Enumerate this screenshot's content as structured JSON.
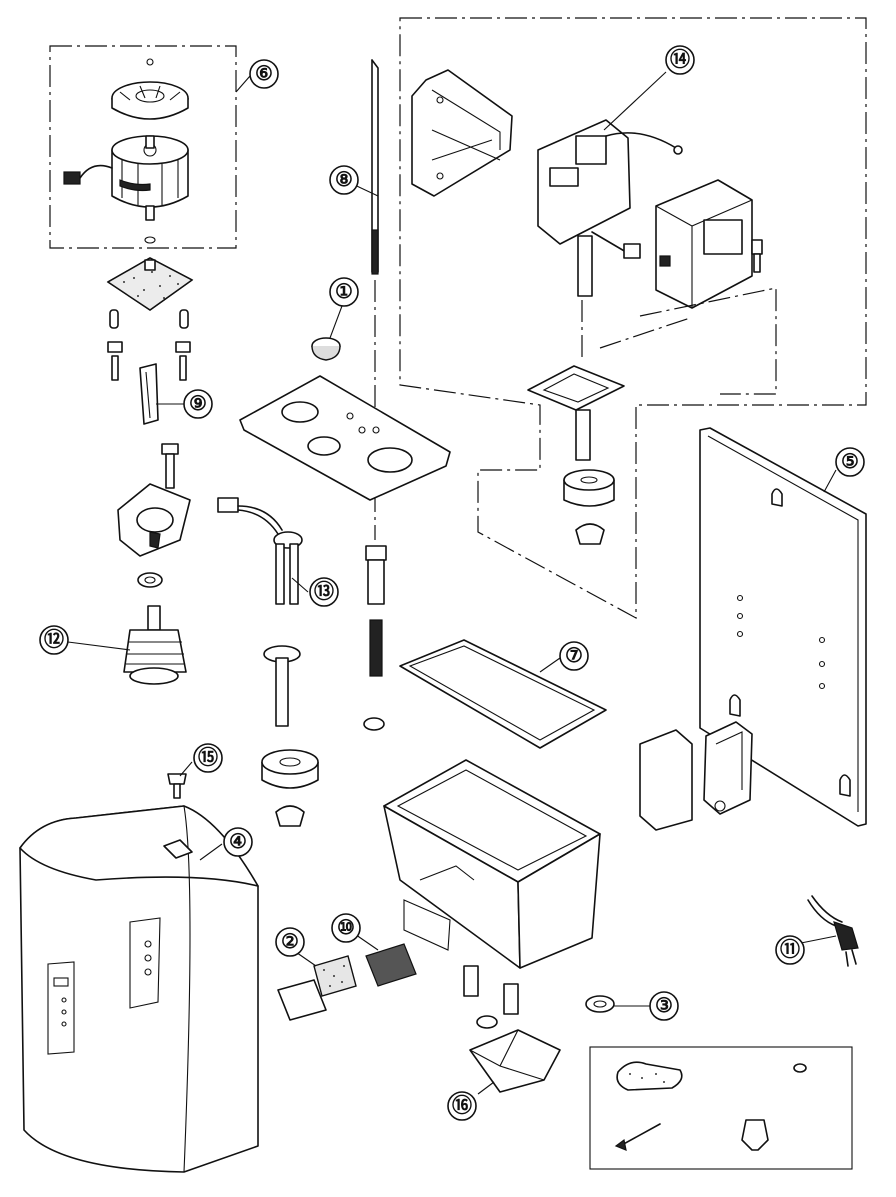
{
  "diagram": {
    "callouts": [
      {
        "id": "c1",
        "label": "①"
      },
      {
        "id": "c2",
        "label": "②"
      },
      {
        "id": "c3",
        "label": "③"
      },
      {
        "id": "c4",
        "label": "④"
      },
      {
        "id": "c5",
        "label": "⑤"
      },
      {
        "id": "c6",
        "label": "⑥"
      },
      {
        "id": "c7",
        "label": "⑦"
      },
      {
        "id": "c8",
        "label": "⑧"
      },
      {
        "id": "c9",
        "label": "⑨"
      },
      {
        "id": "c10",
        "label": "⑩"
      },
      {
        "id": "c11",
        "label": "⑪"
      },
      {
        "id": "c12",
        "label": "⑫"
      },
      {
        "id": "c13",
        "label": "⑬"
      },
      {
        "id": "c14",
        "label": "⑭"
      },
      {
        "id": "c15",
        "label": "⑮"
      },
      {
        "id": "c16",
        "label": "⑯"
      }
    ]
  }
}
